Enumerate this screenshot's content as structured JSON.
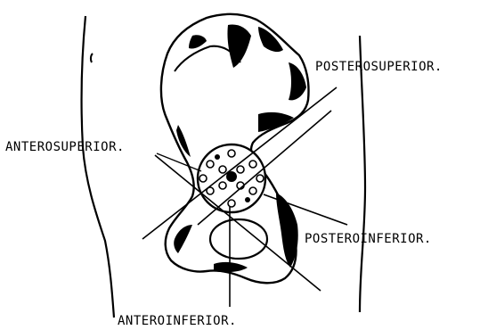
{
  "labels": {
    "posterosuperior": "POSTEROSUPERIOR.",
    "anterosuperior": "ANTEROSUPERIOR.",
    "posteroinferior": "POSTEROINFERIOR.",
    "anteroinferior": "ANTEROINFERIOR."
  },
  "colors": {
    "ink": "#000000",
    "background": "#ffffff"
  }
}
